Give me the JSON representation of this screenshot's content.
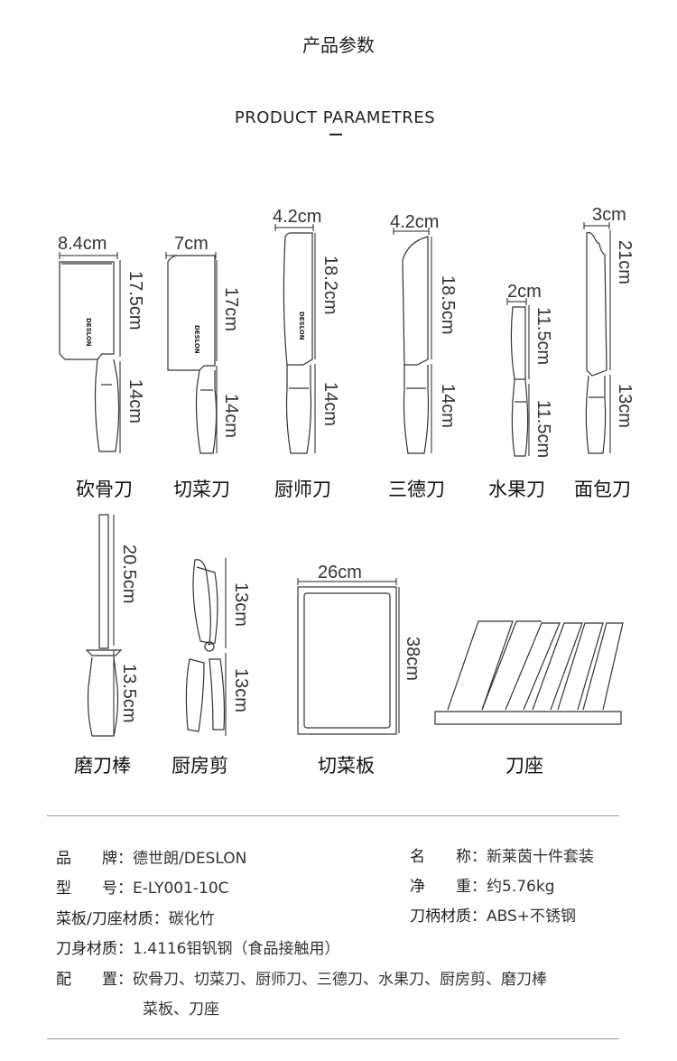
{
  "header": {
    "title_cn": "产品参数",
    "title_en": "PRODUCT PARAMETRES"
  },
  "brand_logo": "DESLON",
  "knives": [
    {
      "name": "砍骨刀",
      "width": "8.4cm",
      "blade": "17.5cm",
      "handle": "14cm"
    },
    {
      "name": "切菜刀",
      "width": "7cm",
      "blade": "17cm",
      "handle": "14cm"
    },
    {
      "name": "厨师刀",
      "width": "4.2cm",
      "blade": "18.2cm",
      "handle": "14cm"
    },
    {
      "name": "三德刀",
      "width": "4.2cm",
      "blade": "18.5cm",
      "handle": "14cm"
    },
    {
      "name": "水果刀",
      "width": "2cm",
      "blade": "11.5cm",
      "handle": "11.5cm"
    },
    {
      "name": "面包刀",
      "width": "3cm",
      "blade": "21cm",
      "handle": "13cm"
    }
  ],
  "row2": [
    {
      "name": "磨刀棒",
      "blade": "20.5cm",
      "handle": "13.5cm"
    },
    {
      "name": "厨房剪",
      "blade": "13cm",
      "handle": "13cm"
    },
    {
      "name": "切菜板",
      "width": "26cm",
      "height": "38cm"
    },
    {
      "name": "刀座"
    }
  ],
  "specs": {
    "brand_label": "品　　牌：",
    "brand_value": "德世朗/DESLON",
    "name_label": "名　　称：",
    "name_value": "新莱茵十件套装",
    "model_label": "型　　号：",
    "model_value": "E-LY001-10C",
    "weight_label": "净　　重：",
    "weight_value": "约5.76kg",
    "board_label": "菜板/刀座材质：",
    "board_value": "碳化竹",
    "handle_label": "刀柄材质：",
    "handle_value": "ABS+不锈钢",
    "blade_label": "刀身材质：",
    "blade_value": "1.4116钼钒钢（食品接触用）",
    "config_label": "配　　置：",
    "config_value_1": "砍骨刀、切菜刀、厨师刀、三德刀、水果刀、厨房剪、磨刀棒",
    "config_value_2": "菜板、刀座"
  }
}
